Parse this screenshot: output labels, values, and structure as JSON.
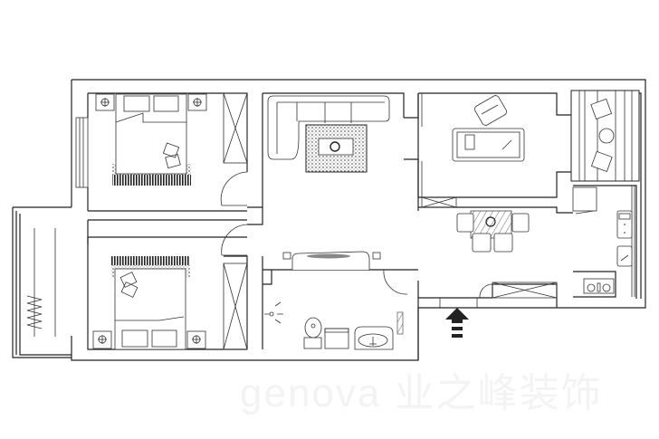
{
  "plan": {
    "rooms": [
      "bedroom-1",
      "bedroom-2",
      "living-room",
      "study",
      "bathroom",
      "dining",
      "kitchen",
      "balcony-left",
      "balcony-right"
    ],
    "watermark": "genova 业之峰装饰"
  },
  "colors": {
    "line": "#222222",
    "background": "#ffffff"
  }
}
